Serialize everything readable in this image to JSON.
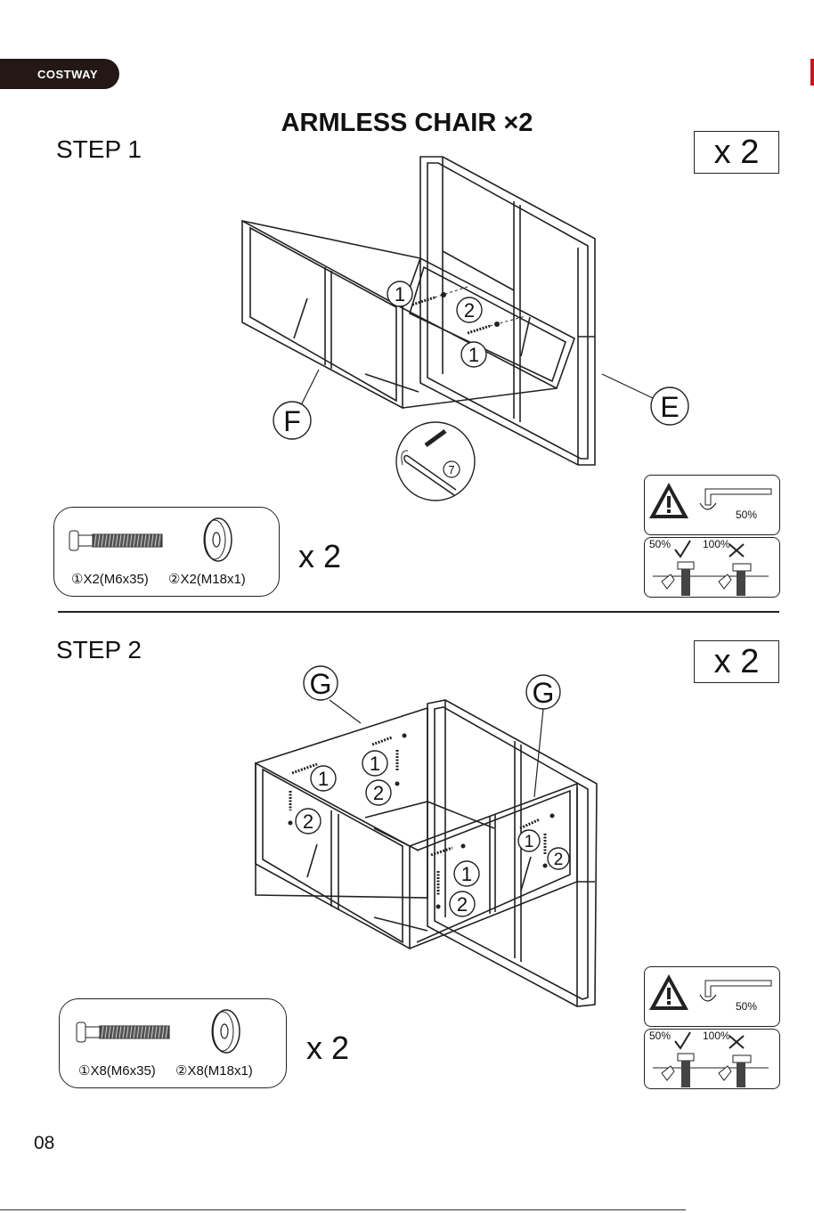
{
  "brand": "COSTWAY",
  "title": "ARMLESS CHAIR ×2",
  "steps": [
    {
      "label": "STEP 1",
      "quantity": "x 2",
      "callouts": [
        "1",
        "2",
        "1",
        "F",
        "E",
        "7"
      ],
      "parts": {
        "label1": "①X2(M6x35)",
        "label2": "②X2(M18x1)",
        "multiplier": "x 2"
      },
      "torque": {
        "half": "50%",
        "half_ok": "50%",
        "full_bad": "100%"
      }
    },
    {
      "label": "STEP 2",
      "quantity": "x 2",
      "callouts": [
        "G",
        "G",
        "1",
        "2",
        "1",
        "2",
        "1",
        "2",
        "1",
        "2"
      ],
      "parts": {
        "label1": "①X8(M6x35)",
        "label2": "②X8(M18x1)",
        "multiplier": "x 2"
      },
      "torque": {
        "half": "50%",
        "half_ok": "50%",
        "full_bad": "100%"
      }
    }
  ],
  "page_number": "08",
  "icons": [
    "warning-icon",
    "allen-key-icon",
    "check-icon",
    "cross-icon",
    "bolt-icon",
    "washer-icon"
  ],
  "colors": {
    "brand_bg": "#231815",
    "accent_red": "#c8161d",
    "ink": "#222222"
  }
}
